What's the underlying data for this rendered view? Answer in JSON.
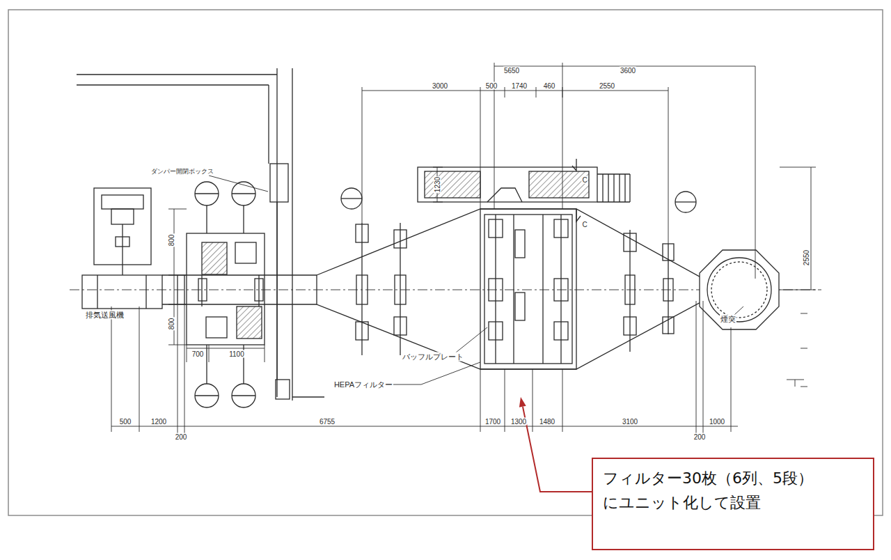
{
  "diagram": {
    "nodes": [
      {
        "text": [
          "フィルター30枚（6列、5段） にユニット化して設置"
        ]
      }
    ],
    "labels": [
      "5650",
      "3600",
      "3000",
      "500",
      "1740",
      "460",
      "2550",
      "1230",
      "2550",
      "C",
      "C",
      "800",
      "800",
      "700",
      "1100",
      "排気送風機",
      "ダンパー開閉ボックス",
      "バッフルプレート",
      "HEPAフィルター",
      "煙突",
      "500",
      "1200",
      "200",
      "6755",
      "1700",
      "1300",
      "1480",
      "3100",
      "200",
      "1000"
    ]
  }
}
